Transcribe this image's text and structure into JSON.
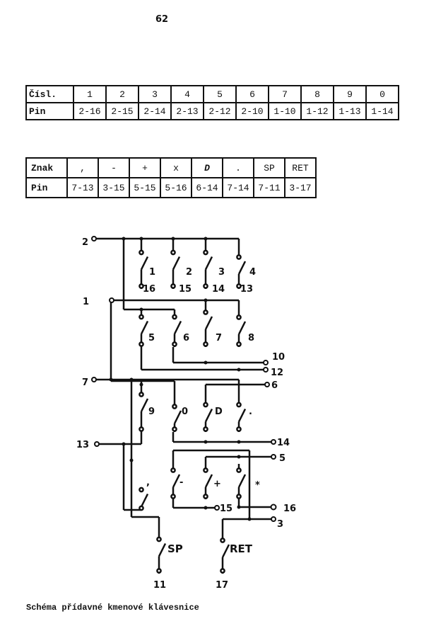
{
  "page_number": "62",
  "table_digits": {
    "header_label": "Čísl.",
    "pin_label": "Pin",
    "keys": [
      "1",
      "2",
      "3",
      "4",
      "5",
      "6",
      "7",
      "8",
      "9",
      "0"
    ],
    "pins": [
      "2-16",
      "2-15",
      "2-14",
      "2-13",
      "2-12",
      "2-10",
      "1-10",
      "1-12",
      "1-13",
      "1-14"
    ]
  },
  "table_chars": {
    "header_label": "Znak",
    "pin_label": "Pin",
    "keys": [
      ",",
      "-",
      "+",
      "x",
      "D",
      ".",
      "SP",
      "RET"
    ],
    "pins": [
      "7-13",
      "3-15",
      "5-15",
      "5-16",
      "6-14",
      "7-14",
      "7-11",
      "3-17"
    ]
  },
  "schematic": {
    "left_terminals": [
      "2",
      "1",
      "7",
      "13"
    ],
    "right_terminals": [
      "10",
      "12",
      "6",
      "14",
      "5",
      "16",
      "3"
    ],
    "bottom_terminals": [
      "11",
      "17"
    ],
    "switch_labels": [
      "1",
      "2",
      "3",
      "4",
      "5",
      "6",
      "7",
      "8",
      "9",
      "0",
      "D",
      ".",
      ",",
      "-",
      "+",
      "*",
      "SP",
      "RET"
    ],
    "row1_pins": [
      "16",
      "15",
      "14",
      "13"
    ],
    "extra_pin": "15"
  },
  "caption": "Schéma přídavné kmenové klávesnice"
}
